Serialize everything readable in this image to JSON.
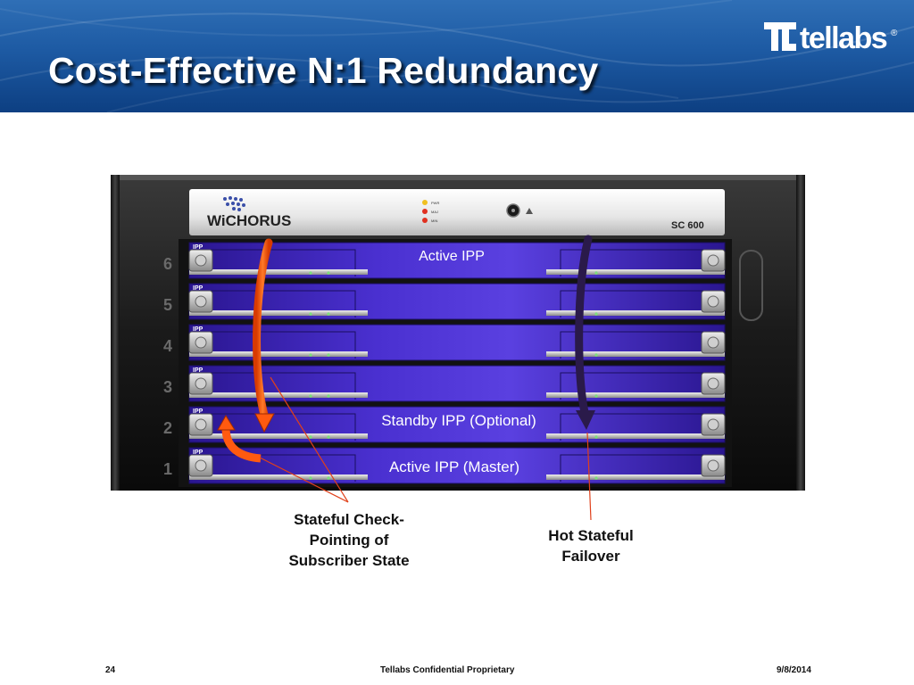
{
  "slide": {
    "title": "Cost-Effective N:1 Redundancy",
    "logo_text": "tellabs",
    "logo_reg": "®"
  },
  "chassis": {
    "brand": "WiCHORUS",
    "model": "SC 600",
    "slot_numbers": [
      "6",
      "5",
      "4",
      "3",
      "2",
      "1"
    ],
    "card_tag": "IPP",
    "led_labels": [
      "PWR",
      "MAJ",
      "MIN"
    ]
  },
  "callouts": {
    "active_ipp": "Active IPP",
    "standby_ipp": "Standby IPP (Optional)",
    "active_master": "Active IPP (Master)",
    "checkpointing": [
      "Stateful Check-",
      "Pointing of",
      "Subscriber State"
    ],
    "failover": [
      "Hot Stateful",
      "Failover"
    ]
  },
  "footer": {
    "page_number": "24",
    "confidential": "Tellabs Confidential Proprietary",
    "date": "9/8/2014"
  },
  "colors": {
    "header_blue": "#1d5aa3",
    "ipp_purple": "#4a28c8",
    "orange_arrow": "#ff5a10",
    "dark_arrow": "#2a1a4a"
  }
}
